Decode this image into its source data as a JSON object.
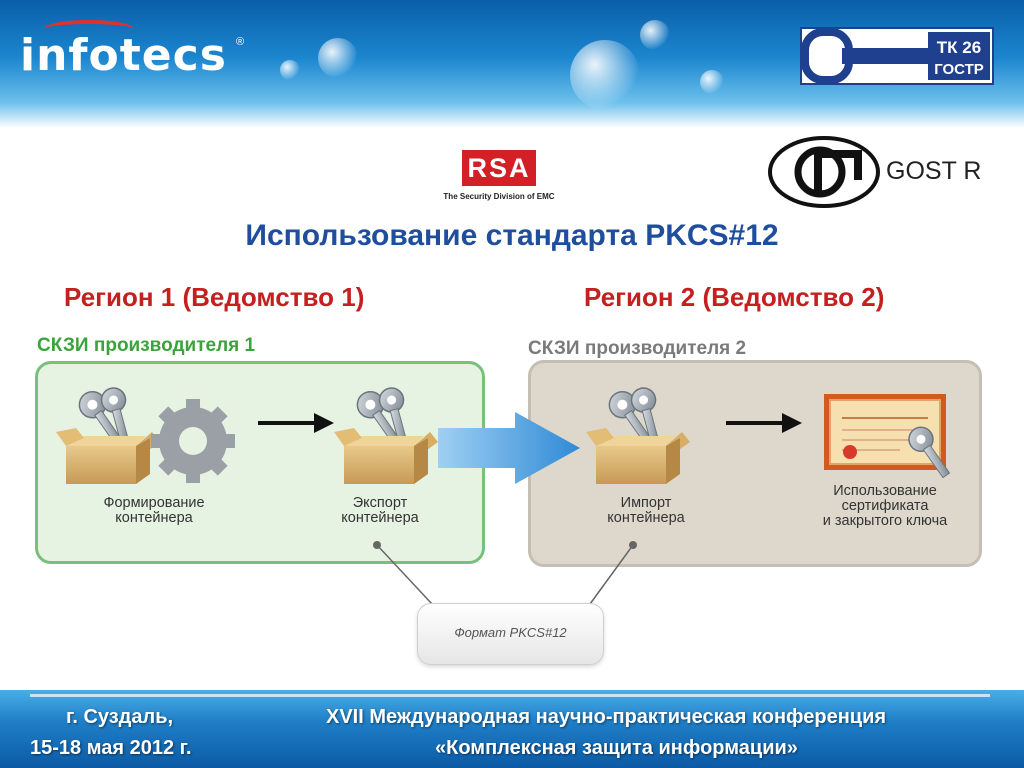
{
  "header": {
    "brand": "infotecs",
    "brand_mark": "®",
    "tk_line1": "ТК 26",
    "tk_line2": "ГОСТР"
  },
  "partners": {
    "rsa_logo": "RSA",
    "rsa_sub": "The Security Division of EMC",
    "gost_text": "GOST R"
  },
  "slide": {
    "title": "Использование стандарта PKCS#12",
    "region1": "Регион 1 (Ведомство 1)",
    "region2": "Регион 2 (Ведомство 2)"
  },
  "diagram": {
    "box1_label": "СКЗИ производителя 1",
    "box2_label": "СКЗИ производителя 2",
    "step1": [
      "Формирование",
      "контейнера"
    ],
    "step2": [
      "Экспорт",
      "контейнера"
    ],
    "step3": [
      "Импорт",
      "контейнера"
    ],
    "step4": [
      "Использование",
      "сертификата",
      "и закрытого ключа"
    ],
    "format": "Формат PKCS#12",
    "colors": {
      "box1_border": "#79c07c",
      "box1_fill": "#e6f2e2",
      "box2_fill": "#ddd8cb",
      "transfer_arrow": "#2f8ad6"
    },
    "icons": [
      "keys-box-icon",
      "gear-icon",
      "certificate-icon",
      "arrow-right-icon"
    ]
  },
  "footer": {
    "city": "г. Суздаль,",
    "dates": "15-18 мая 2012 г.",
    "conference_line1": "XVII Международная научно-практическая конференция",
    "conference_line2": "«Комплексная защита информации»"
  }
}
